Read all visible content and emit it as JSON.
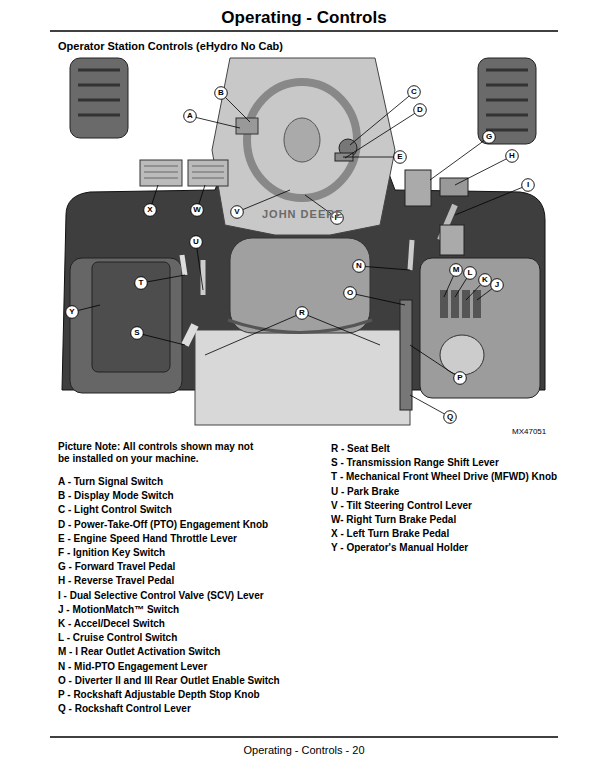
{
  "diagram": {
    "title": "Operating - Controls",
    "nodes": [
      {
        "text": [
          "A"
        ]
      },
      {
        "text": [
          "B"
        ]
      },
      {
        "text": [
          "C"
        ]
      },
      {
        "text": [
          "D"
        ]
      },
      {
        "text": [
          "E"
        ]
      },
      {
        "text": [
          "F"
        ]
      },
      {
        "text": [
          "G"
        ]
      },
      {
        "text": [
          "H"
        ]
      },
      {
        "text": [
          "I"
        ]
      },
      {
        "text": [
          "J"
        ]
      },
      {
        "text": [
          "K"
        ]
      },
      {
        "text": [
          "L"
        ]
      },
      {
        "text": [
          "M"
        ]
      },
      {
        "text": [
          "N"
        ]
      },
      {
        "text": [
          "O"
        ]
      },
      {
        "text": [
          "P"
        ]
      },
      {
        "text": [
          "Q"
        ]
      },
      {
        "text": [
          "R"
        ]
      },
      {
        "text": [
          "S"
        ]
      },
      {
        "text": [
          "T"
        ]
      },
      {
        "text": [
          "U"
        ]
      },
      {
        "text": [
          "V"
        ]
      },
      {
        "text": [
          "W"
        ]
      },
      {
        "text": [
          "X"
        ]
      },
      {
        "text": [
          "Y"
        ]
      }
    ],
    "labels": [
      "Operator Station Controls (eHydro No Cab)",
      "JOHN DEERE",
      "MX47051",
      "Picture Note: All controls shown may not be installed on your machine.",
      "A - Turn Signal Switch",
      "B - Display Mode Switch",
      "C - Light Control Switch",
      "D - Power-Take-Off (PTO) Engagement Knob",
      "E - Engine Speed Hand Throttle Lever",
      "F - Ignition Key Switch",
      "G - Forward Travel Pedal",
      "H - Reverse Travel Pedal",
      "I - Dual Selective Control Valve (SCV) Lever",
      "J - MotionMatch™ Switch",
      "K - Accel/Decel Switch",
      "L - Cruise Control Switch",
      "M - I Rear Outlet Activation Switch",
      "N - Mid-PTO Engagement Lever",
      "O - Diverter II and III Rear Outlet Enable Switch",
      "P - Rockshaft Adjustable Depth Stop Knob",
      "Q - Rockshaft Control Lever",
      "R - Seat Belt",
      "S - Transmission Range Shift Lever",
      "T - Mechanical Front Wheel Drive (MFWD) Knob",
      "U - Park Brake",
      "V - Tilt Steering Control Lever",
      "W- Right Turn Brake Pedal",
      "X - Left Turn Brake Pedal",
      "Y - Operator's Manual Holder",
      "Operating - Controls - 20"
    ]
  }
}
